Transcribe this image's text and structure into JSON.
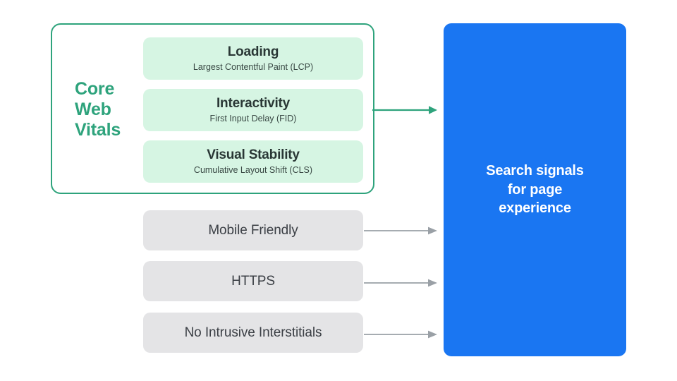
{
  "diagram": {
    "title": "Search signals for page experience",
    "colors": {
      "accent_green": "#2ea37c",
      "card_green": "#d6f5e3",
      "card_gray": "#e4e4e6",
      "panel_blue": "#1a76f2",
      "arrow_gray": "#9aa0a6",
      "text_dark": "#3b3f45",
      "background": "#ffffff"
    },
    "core_web_vitals": {
      "group_label": "Core\nWeb\nVitals",
      "metrics": [
        {
          "title": "Loading",
          "subtitle": "Largest Contentful Paint (LCP)"
        },
        {
          "title": "Interactivity",
          "subtitle": "First Input Delay (FID)"
        },
        {
          "title": "Visual Stability",
          "subtitle": "Cumulative Layout Shift (CLS)"
        }
      ]
    },
    "other_signals": [
      {
        "title": "Mobile Friendly"
      },
      {
        "title": "HTTPS"
      },
      {
        "title": "No Intrusive Interstitials"
      }
    ],
    "destination": {
      "label": "Search signals\nfor page\nexperience"
    },
    "connectors": [
      {
        "name": "core-web-vitals-arrow",
        "color": "#2ea37c"
      },
      {
        "name": "mobile-friendly-arrow",
        "color": "#9aa0a6"
      },
      {
        "name": "https-arrow",
        "color": "#9aa0a6"
      },
      {
        "name": "no-intrusive-interstitials-arrow",
        "color": "#9aa0a6"
      }
    ]
  }
}
